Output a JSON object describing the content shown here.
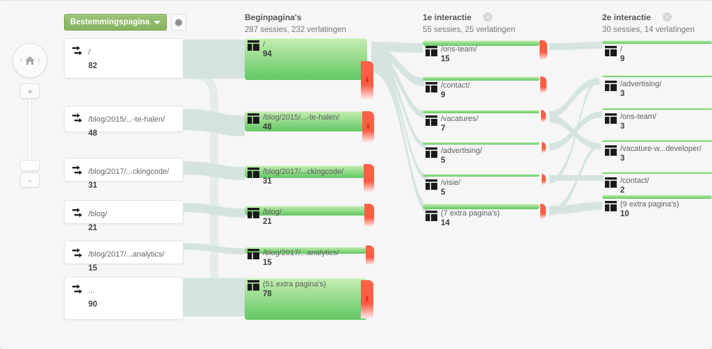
{
  "app": {
    "background": "#f6f6f6",
    "accent_green": "#63c763",
    "accent_red": "#ff6347",
    "link_color": "#cfe0dd"
  },
  "controls": {
    "dimension_label": "Bestemmingspagina",
    "dimension_caret": "chevron-down-icon",
    "settings_icon": "gear-icon",
    "home_icon": "home-icon",
    "prev_arrow": "‹",
    "next_arrow": "›",
    "zoom_in": "+",
    "zoom_out": "-"
  },
  "columns": [
    {
      "id": "bestemmingspagina",
      "title": "",
      "subtitle": "",
      "closable": false,
      "nodes": [
        {
          "name": "/",
          "value": "82",
          "icon": "inbound-arrows-icon"
        },
        {
          "name": "/blog/2015/...-te-halen/",
          "value": "48",
          "icon": "inbound-arrows-icon"
        },
        {
          "name": "/blog/2017/...ckingcode/",
          "value": "31",
          "icon": "inbound-arrows-icon"
        },
        {
          "name": "/blog/",
          "value": "21",
          "icon": "inbound-arrows-icon"
        },
        {
          "name": "/blog/2017/...analytics/",
          "value": "15",
          "icon": "inbound-arrows-icon"
        },
        {
          "name": "...",
          "value": "90",
          "icon": "inbound-arrows-icon"
        }
      ]
    },
    {
      "id": "beginpaginas",
      "title": "Beginpagina's",
      "subtitle": "287 sessies, 232 verlatingen",
      "closable": false,
      "nodes": [
        {
          "name": "/",
          "value": "94",
          "icon": "page-icon"
        },
        {
          "name": "/blog/2015/...-te-halen/",
          "value": "48",
          "icon": "page-icon"
        },
        {
          "name": "/blog/2017/...ckingcode/",
          "value": "31",
          "icon": "page-icon"
        },
        {
          "name": "/blog/",
          "value": "21",
          "icon": "page-icon"
        },
        {
          "name": "/blog/2017/...analytics/",
          "value": "15",
          "icon": "page-icon"
        },
        {
          "name": "(51 extra pagina's)",
          "value": "78",
          "icon": "page-icon"
        }
      ]
    },
    {
      "id": "1e-interactie",
      "title": "1e interactie",
      "subtitle": "55 sessies, 25 verlatingen",
      "closable": true,
      "close_icon": "close-circle-icon",
      "nodes": [
        {
          "name": "/ons-team/",
          "value": "15",
          "icon": "page-icon"
        },
        {
          "name": "/contact/",
          "value": "9",
          "icon": "page-icon"
        },
        {
          "name": "/vacatures/",
          "value": "7",
          "icon": "page-icon"
        },
        {
          "name": "/advertising/",
          "value": "5",
          "icon": "page-icon"
        },
        {
          "name": "/visie/",
          "value": "5",
          "icon": "page-icon"
        },
        {
          "name": "(7 extra pagina's)",
          "value": "14",
          "icon": "page-icon"
        }
      ]
    },
    {
      "id": "2e-interactie",
      "title": "2e interactie",
      "subtitle": "30 sessies, 14 verlatingen",
      "closable": true,
      "close_icon": "close-circle-icon",
      "nodes": [
        {
          "name": "/",
          "value": "9",
          "icon": "page-icon"
        },
        {
          "name": "/advertising/",
          "value": "3",
          "icon": "page-icon"
        },
        {
          "name": "/ons-team/",
          "value": "3",
          "icon": "page-icon"
        },
        {
          "name": "/vacature-w...developer/",
          "value": "3",
          "icon": "page-icon"
        },
        {
          "name": "/contact/",
          "value": "2",
          "icon": "page-icon"
        },
        {
          "name": "(9 extra pagina's)",
          "value": "10",
          "icon": "page-icon"
        }
      ]
    }
  ]
}
